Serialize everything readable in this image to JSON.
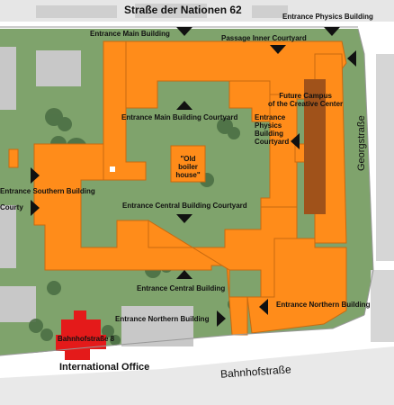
{
  "streets": {
    "north": "Straße der Nationen 62",
    "east": "Georgstraße",
    "south": "Bahnhofstraße"
  },
  "labels": {
    "entrance_physics": "Entrance Physics Building",
    "entrance_main": "Entrance Main Building",
    "passage_inner": "Passage Inner Courtyard",
    "future_campus": "Future Campus\nof the Creative Center",
    "entrance_main_courtyard": "Entrance Main Building Courtyard",
    "entrance_physics_courtyard": "Entrance\nPhysics\nBuilding\nCourtyard",
    "old_boiler": "\"Old boiler\nhouse\"",
    "entrance_southern": "Entrance Southern Building",
    "courtyard_partial": "Courty",
    "entrance_central_courtyard": "Entrance Central Building Courtyard",
    "entrance_central": "Entrance Central Building",
    "entrance_northern_east": "Entrance Northern Building",
    "entrance_northern_west": "Entrance Northern Building",
    "bahnhofstrasse_8": "Bahnhofstraße 8",
    "international_office": "International Office"
  },
  "colors": {
    "building": "#ff8c1a",
    "building_outline": "#c86a10",
    "future_campus": "#a0521a",
    "international_office": "#e41a1a",
    "grounds": "#7fa36c",
    "neighbor_buildings": "#c8c8c8",
    "trees": "#4c6f45",
    "arrow": "#111111"
  },
  "icons": {
    "entrance_marker": "black-triangle-arrow-icon"
  }
}
